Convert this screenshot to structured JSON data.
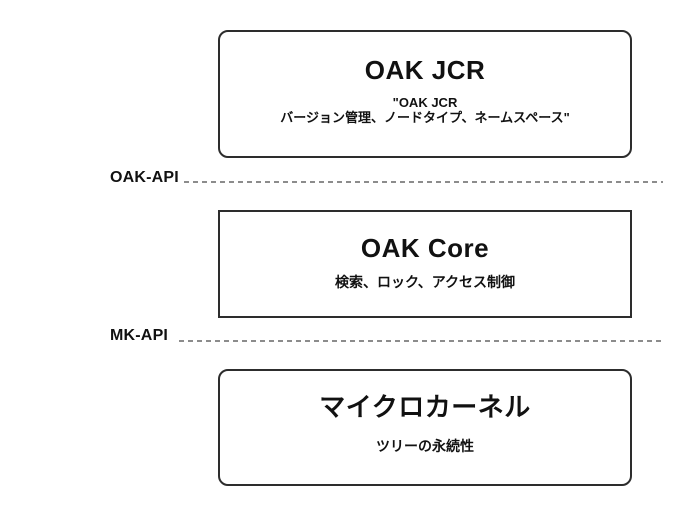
{
  "diagram": {
    "layers": [
      {
        "id": "oak-jcr",
        "title": "OAK JCR",
        "subtitle_lines": [
          "\"OAK JCR",
          "バージョン管理、ノードタイプ、ネームスペース\""
        ],
        "rounded": true
      },
      {
        "id": "oak-core",
        "title": "OAK Core",
        "subtitle_lines": [
          "検索、ロック、アクセス制御"
        ],
        "rounded": false
      },
      {
        "id": "microkernel",
        "title": "マイクロカーネル",
        "subtitle_lines": [
          "ツリーの永続性"
        ],
        "rounded": true
      }
    ],
    "separators": [
      {
        "id": "oak-api",
        "label": "OAK-API"
      },
      {
        "id": "mk-api",
        "label": "MK-API"
      }
    ],
    "colors": {
      "border": "#2d2d2d",
      "dash": "#8c8c8c",
      "text": "#111111",
      "background": "#ffffff"
    }
  }
}
